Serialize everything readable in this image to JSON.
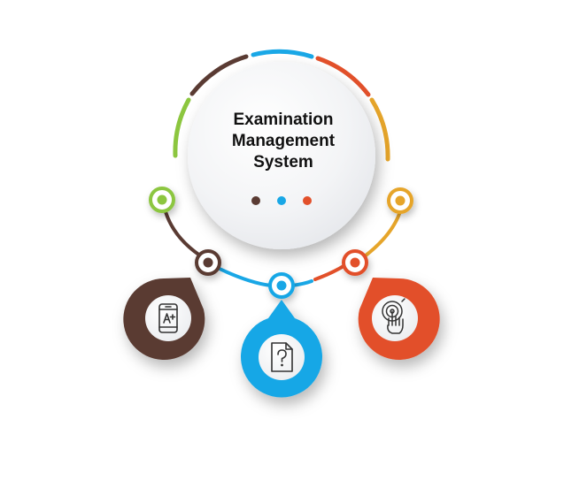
{
  "center": {
    "title_lines": [
      "Examination",
      "Management",
      "System"
    ],
    "dot_colors": [
      "#5a3b33",
      "#19a7e6",
      "#e2502a"
    ]
  },
  "colors": {
    "green": "#8cc63f",
    "dark_brown": "#5a3b33",
    "blue": "#19a7e6",
    "orange_red": "#e2502a",
    "gold": "#e6a52a"
  },
  "nodes": [
    {
      "name": "brown",
      "color": "#5a3b33",
      "icon": "smartphone-grade-a-plus-icon"
    },
    {
      "name": "blue",
      "color": "#19a7e6",
      "icon": "question-document-icon"
    },
    {
      "name": "orange",
      "color": "#e2502a",
      "icon": "touch-target-hand-icon"
    }
  ]
}
